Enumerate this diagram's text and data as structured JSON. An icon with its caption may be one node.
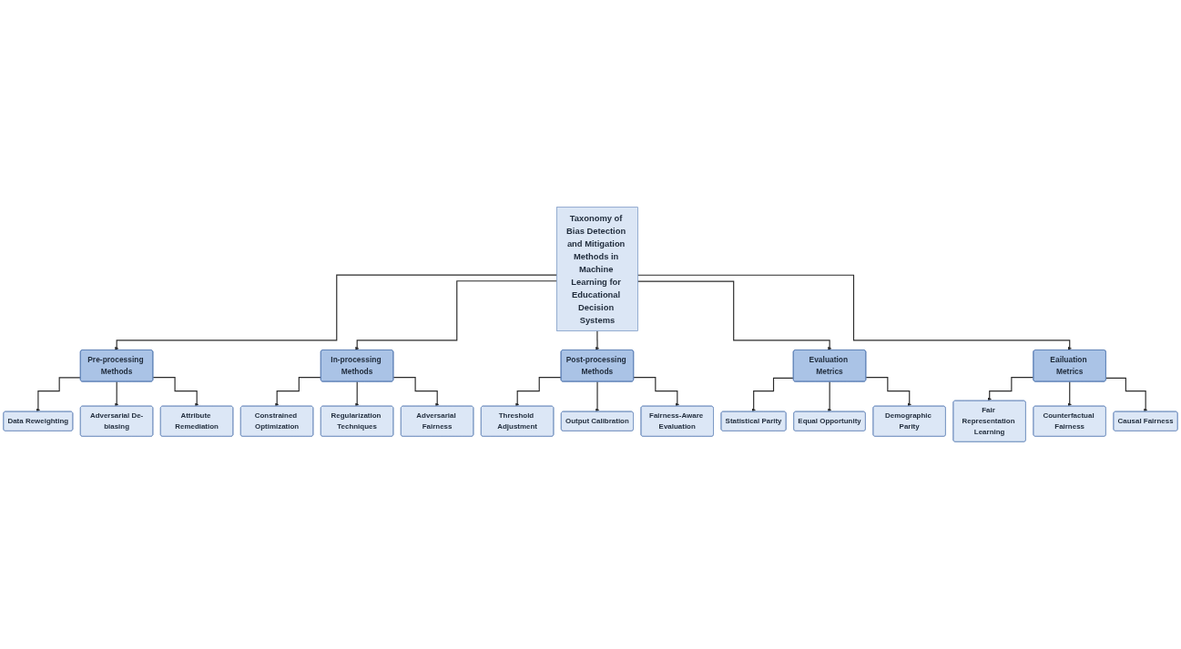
{
  "diagram": {
    "nodes": [
      {
        "text": [
          "Taxonomy of Bias Detection and Mitigation Methods in Machine Learning for Educational Decision Systems"
        ]
      },
      {
        "text": [
          "Pre-processing Methods"
        ]
      },
      {
        "text": [
          "In-processing Methods"
        ]
      },
      {
        "text": [
          "Post-processing Methods"
        ]
      },
      {
        "text": [
          "Evaluation Metrics"
        ]
      },
      {
        "text": [
          "Eailuation Metrics"
        ]
      },
      {
        "text": [
          "Data Reweighting"
        ]
      },
      {
        "text": [
          "Adversarial De-biasing"
        ]
      },
      {
        "text": [
          "Attribute Remediation"
        ]
      },
      {
        "text": [
          "Constrained Optimization"
        ]
      },
      {
        "text": [
          "Regularization Techniques"
        ]
      },
      {
        "text": [
          "Adversarial Fairness"
        ]
      },
      {
        "text": [
          "Threshold Adjustment"
        ]
      },
      {
        "text": [
          "Output Calibration"
        ]
      },
      {
        "text": [
          "Fairness-Aware Evaluation"
        ]
      },
      {
        "text": [
          "Statistical Parity"
        ]
      },
      {
        "text": [
          "Equal Opportunity"
        ]
      },
      {
        "text": [
          "Demographic Parity"
        ]
      },
      {
        "text": [
          "Fair Representation Learning"
        ]
      },
      {
        "text": [
          "Counterfactual Fairness"
        ]
      },
      {
        "text": [
          "Causal Fairness"
        ]
      }
    ],
    "edges": [
      {
        "from": 0,
        "to": 1,
        "arrow": "to"
      },
      {
        "from": 0,
        "to": 2,
        "arrow": "to"
      },
      {
        "from": 0,
        "to": 3,
        "arrow": "to"
      },
      {
        "from": 0,
        "to": 4,
        "arrow": "to"
      },
      {
        "from": 0,
        "to": 5,
        "arrow": "to"
      },
      {
        "from": 1,
        "to": 6,
        "arrow": "to"
      },
      {
        "from": 1,
        "to": 7,
        "arrow": "to"
      },
      {
        "from": 1,
        "to": 8,
        "arrow": "to"
      },
      {
        "from": 2,
        "to": 9,
        "arrow": "to"
      },
      {
        "from": 2,
        "to": 10,
        "arrow": "to"
      },
      {
        "from": 2,
        "to": 11,
        "arrow": "to"
      },
      {
        "from": 3,
        "to": 12,
        "arrow": "to"
      },
      {
        "from": 3,
        "to": 13,
        "arrow": "to"
      },
      {
        "from": 3,
        "to": 14,
        "arrow": "to"
      },
      {
        "from": 4,
        "to": 15,
        "arrow": "to"
      },
      {
        "from": 4,
        "to": 16,
        "arrow": "to"
      },
      {
        "from": 4,
        "to": 17,
        "arrow": "to"
      },
      {
        "from": 5,
        "to": 18,
        "arrow": "to"
      },
      {
        "from": 5,
        "to": 19,
        "arrow": "to"
      },
      {
        "from": 5,
        "to": 20,
        "arrow": "to"
      }
    ]
  }
}
